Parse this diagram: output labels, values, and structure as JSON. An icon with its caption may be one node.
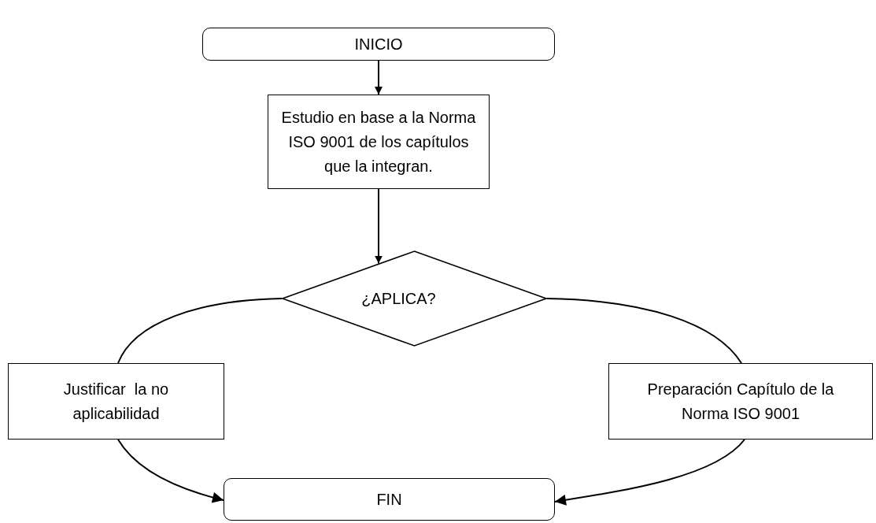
{
  "diagram": {
    "nodes": [
      {
        "text": [
          "INICIO"
        ]
      },
      {
        "text": [
          "Estudio en base a la Norma ISO 9001 de los capítulos que la integran."
        ]
      },
      {
        "text": [
          "¿APLICA?"
        ]
      },
      {
        "text": [
          "Justificar  la no aplicabilidad"
        ]
      },
      {
        "text": [
          "Preparación Capítulo de la Norma ISO 9001"
        ]
      },
      {
        "text": [
          "FIN"
        ]
      }
    ],
    "edges": [
      {
        "from": 0,
        "to": 1,
        "arrow": "to"
      },
      {
        "from": 1,
        "to": 2,
        "arrow": "to"
      },
      {
        "from": 2,
        "to": 3,
        "arrow": "none"
      },
      {
        "from": 3,
        "to": 5,
        "arrow": "to"
      },
      {
        "from": 2,
        "to": 4,
        "arrow": "none"
      },
      {
        "from": 4,
        "to": 5,
        "arrow": "to"
      }
    ]
  }
}
